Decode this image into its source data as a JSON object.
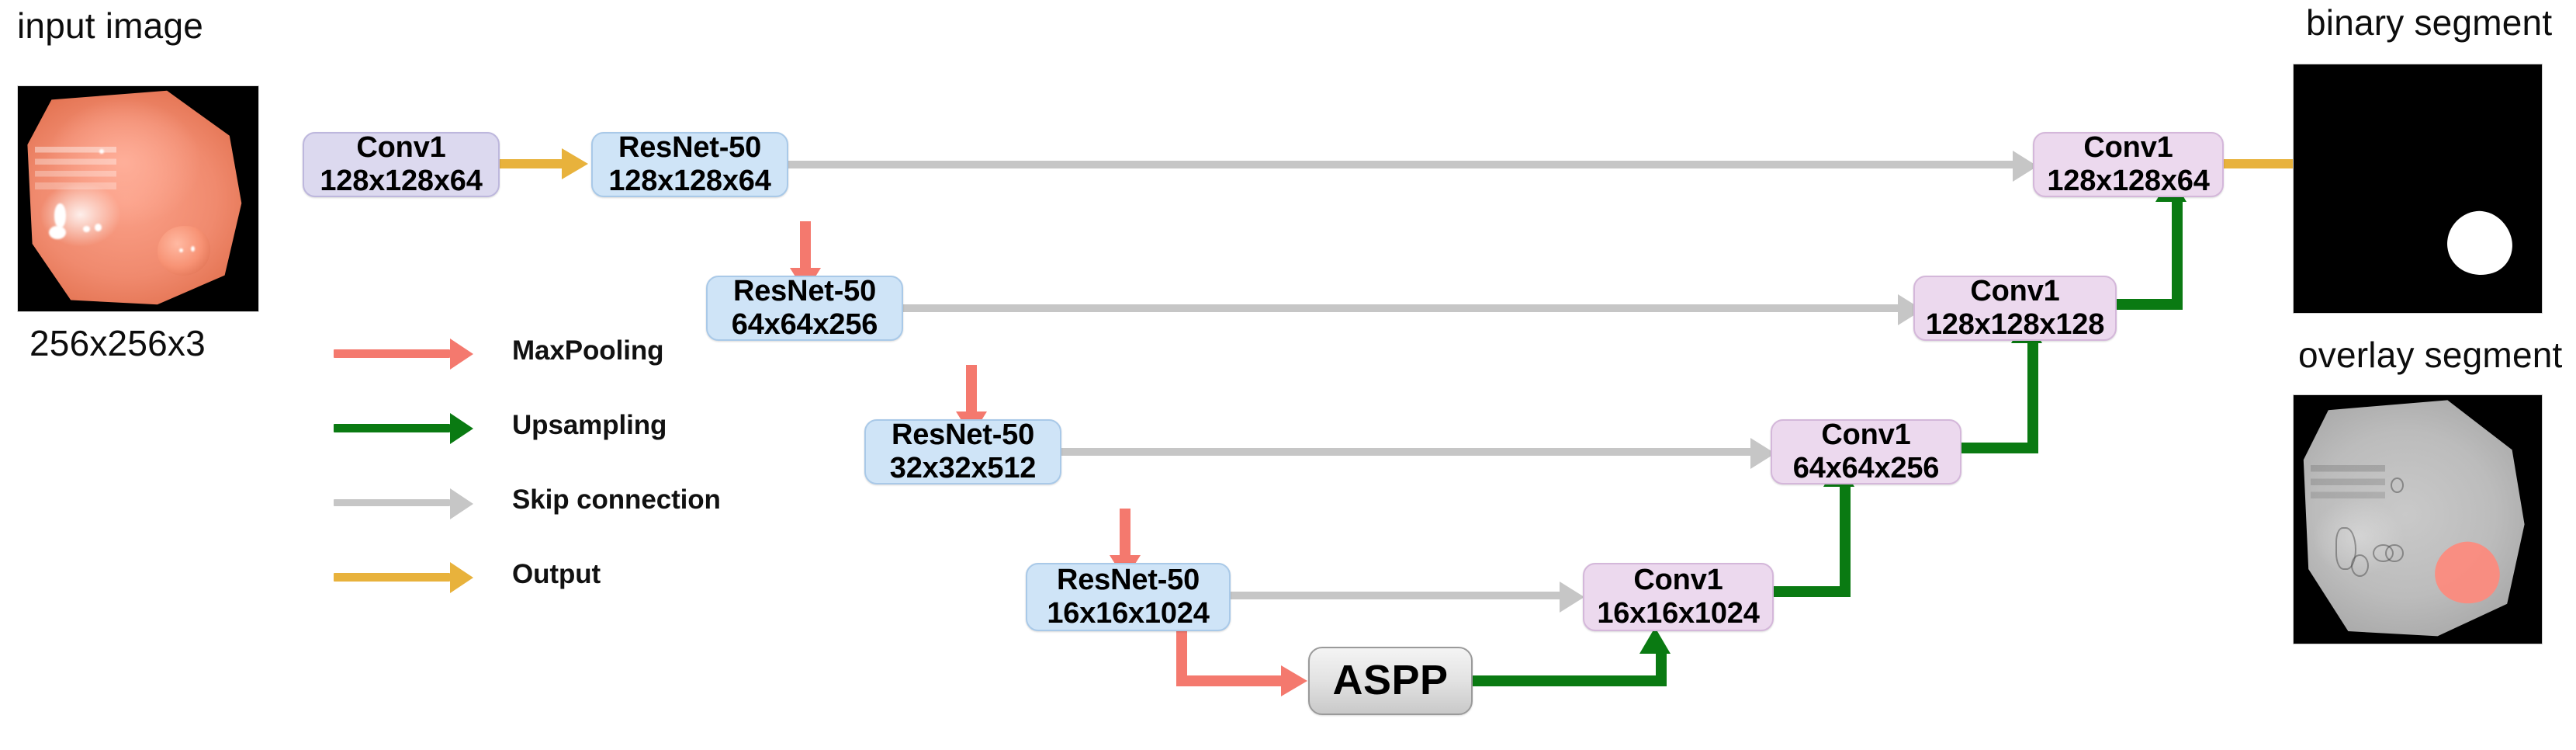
{
  "diagram": {
    "title_left": "input image",
    "input_shape": "256x256x3",
    "title_binary": "binary segment",
    "title_overlay": "overlay segment"
  },
  "legend": {
    "items": [
      {
        "label": "MaxPooling",
        "color": "#f4796e",
        "icon": "arrow-right-icon"
      },
      {
        "label": "Upsampling",
        "color": "#0a7a12",
        "icon": "arrow-right-icon"
      },
      {
        "label": "Skip connection",
        "color": "#c6c6c6",
        "icon": "arrow-right-icon"
      },
      {
        "label": "Output",
        "color": "#e8b23c",
        "icon": "arrow-right-icon"
      }
    ]
  },
  "colors": {
    "maxpooling": "#f4796e",
    "upsampling": "#0a7a12",
    "skip": "#c6c6c6",
    "output": "#e8b23c",
    "node_lavender": "#dcd9ef",
    "node_blue": "#cfe4f7",
    "node_pink": "#ecd9ee",
    "node_aspp": "#e3e3e3"
  },
  "encoder": {
    "stem": {
      "name": "Conv1",
      "shape": "128x128x64"
    },
    "blocks": [
      {
        "name": "ResNet-50",
        "shape": "128x128x64"
      },
      {
        "name": "ResNet-50",
        "shape": "64x64x256"
      },
      {
        "name": "ResNet-50",
        "shape": "32x32x512"
      },
      {
        "name": "ResNet-50",
        "shape": "16x16x1024"
      }
    ]
  },
  "bottleneck": {
    "name": "ASPP"
  },
  "decoder": {
    "blocks": [
      {
        "name": "Conv1",
        "shape": "16x16x1024"
      },
      {
        "name": "Conv1",
        "shape": "64x64x256"
      },
      {
        "name": "Conv1",
        "shape": "128x128x128"
      },
      {
        "name": "Conv1",
        "shape": "128x128x64"
      }
    ]
  }
}
